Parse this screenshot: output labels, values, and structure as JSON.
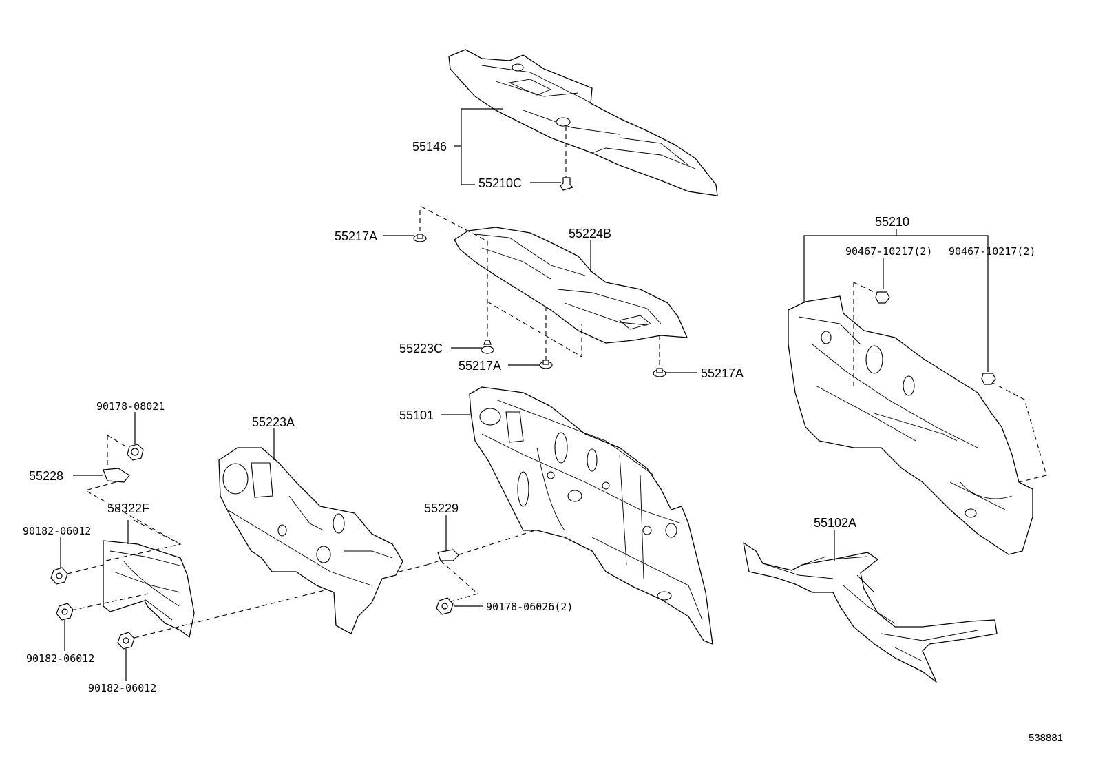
{
  "labels": {
    "p55146": "55146",
    "p55210C": "55210C",
    "p55217A_top": "55217A",
    "p55224B": "55224B",
    "p55223C": "55223C",
    "p55217A_mid": "55217A",
    "p55217A_right": "55217A",
    "p55210": "55210",
    "p90467_left": "90467-10217(2)",
    "p90467_right": "90467-10217(2)",
    "p90178_08021": "90178-08021",
    "p55228": "55228",
    "p55223A": "55223A",
    "p55101": "55101",
    "p58322F": "58322F",
    "p90182_a": "90182-06012",
    "p90182_b": "90182-06012",
    "p90182_c": "90182-06012",
    "p55229": "55229",
    "p90178_06026": "90178-06026(2)",
    "p55102A": "55102A"
  },
  "diagram_ref": "538881"
}
